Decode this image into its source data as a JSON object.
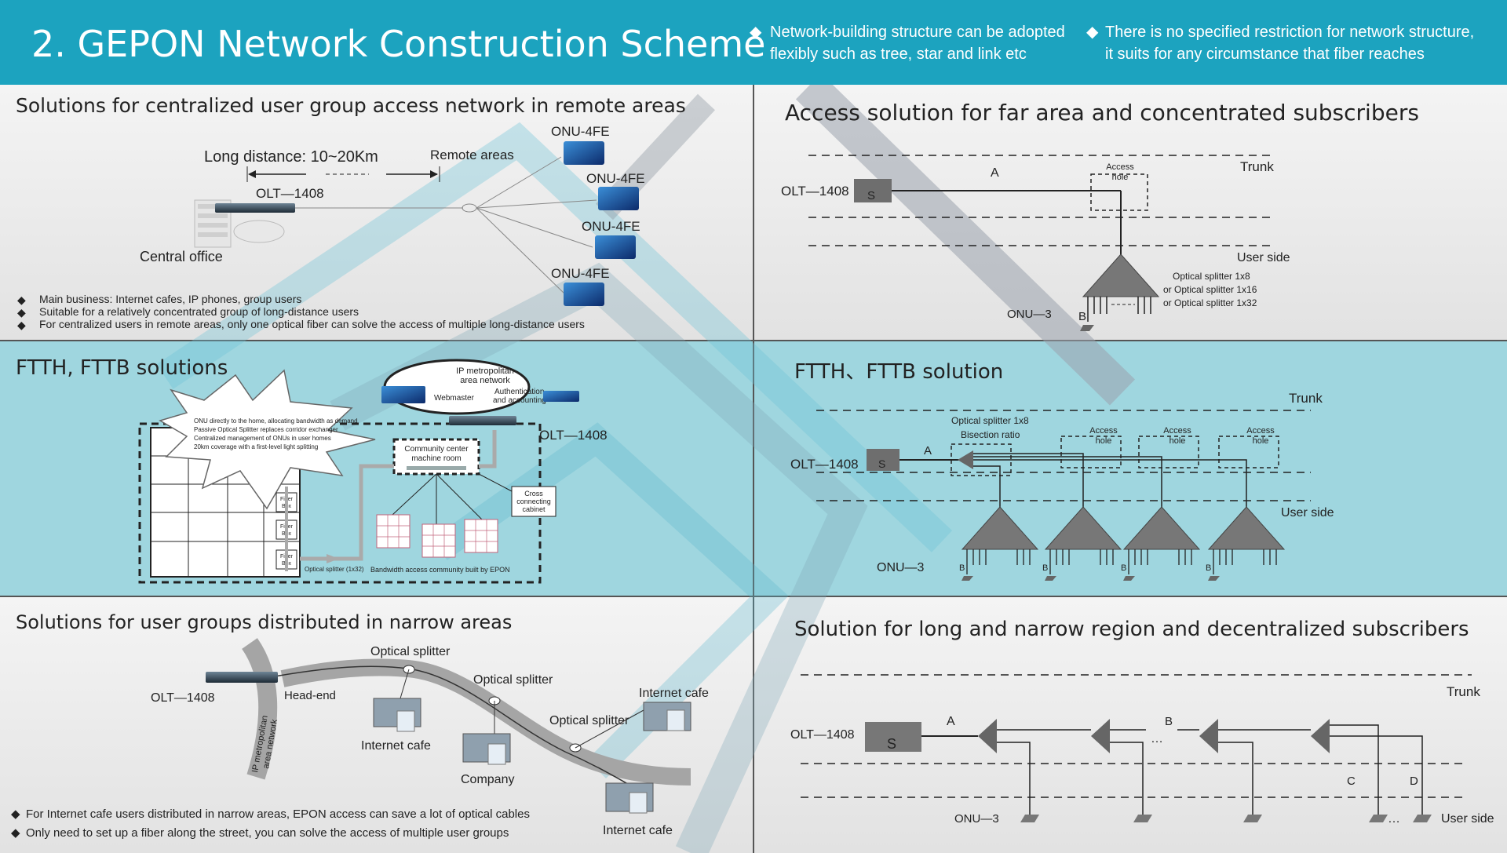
{
  "header": {
    "title": "2.   GEPON Network Construction Scheme",
    "bullet1": [
      "Network-building structure can be adopted",
      "flexibly such as tree, star and link etc"
    ],
    "bullet2": [
      "There is no specified restriction for network structure,",
      "it suits for any circumstance that fiber reaches"
    ],
    "bg_color": "#1ca3bf"
  },
  "panel1": {
    "title": "Solutions for centralized user group access  network in remote areas",
    "distance_label": "Long distance: 10~20Km",
    "remote_label": "Remote areas",
    "olt_label": "OLT—1408",
    "office_label": "Central office",
    "onu_labels": [
      "ONU-4FE",
      "ONU-4FE",
      "ONU-4FE",
      "ONU-4FE"
    ],
    "bullets": [
      "Main business: Internet cafes, IP phones, group users",
      "Suitable for a relatively concentrated group of long-distance users",
      "For centralized users in remote areas, only one optical fiber can solve the access of multiple long-distance users"
    ]
  },
  "panel2": {
    "title": "Access solution for far area and concentrated subscribers",
    "olt_label": "OLT—1408",
    "s_label": "S",
    "a_label": "A",
    "b_label": "B",
    "trunk_label": "Trunk",
    "user_side_label": "User side",
    "access_hole": [
      "Access",
      "hole"
    ],
    "onu_label": "ONU—3",
    "splitter_lines": [
      "Optical splitter 1x8",
      "or Optical splitter 1x16",
      "or Optical splitter 1x32"
    ]
  },
  "panel3": {
    "title": "FTTH, FTTB solutions",
    "ip_net": [
      "IP metropolitan",
      "area network"
    ],
    "webmaster": "Webmaster",
    "auth": [
      "Authentication",
      "and accounting"
    ],
    "olt_label": "OLT—1408",
    "community": [
      "Community center",
      "machine room"
    ],
    "cross": [
      "Cross",
      "connecting",
      "cabinet"
    ],
    "fiber_box": [
      "Fiber",
      "Box"
    ],
    "splitter": "Optical splitter (1x32)",
    "bandwidth": "Bandwidth access community built by EPON",
    "burst_bullets": [
      "ONU directly to the home, allocating bandwidth as demand",
      "Passive Optical Splitter replaces corridor exchanger",
      "Centralized management of ONUs in user homes",
      "20km coverage with a first-level light splitting"
    ],
    "bg_color": "#9fd6df"
  },
  "panel4": {
    "title": "FTTH、FTTB solution",
    "trunk_label": "Trunk",
    "user_side_label": "User side",
    "olt_label": "OLT—1408",
    "s_label": "S",
    "a_label": "A",
    "splitter": [
      "Optical splitter 1x8",
      "Bisection ratio"
    ],
    "access_hole": [
      "Access",
      "hole"
    ],
    "onu_label": "ONU—3",
    "b_label": "B"
  },
  "panel5": {
    "title": "Solutions for user groups distributed in narrow areas",
    "splitter_label": "Optical splitter",
    "olt_label": "OLT—1408",
    "headend": "Head-end",
    "ip_net": [
      "IP metropolitan",
      "area network"
    ],
    "internet_cafe": "Internet cafe",
    "company": "Company",
    "bullets": [
      "For Internet cafe users distributed in narrow areas, EPON access can save a lot of optical cables",
      "Only need to set up a fiber along the street, you can solve the access of multiple user groups"
    ]
  },
  "panel6": {
    "title": "Solution for long and narrow region and decentralized subscribers",
    "trunk_label": "Trunk",
    "olt_label": "OLT—1408",
    "s_label": "S",
    "a_label": "A",
    "b_label": "B",
    "c_label": "C",
    "d_label": "D",
    "dots": "…",
    "onu_label": "ONU—3",
    "user_side_label": "User side"
  }
}
